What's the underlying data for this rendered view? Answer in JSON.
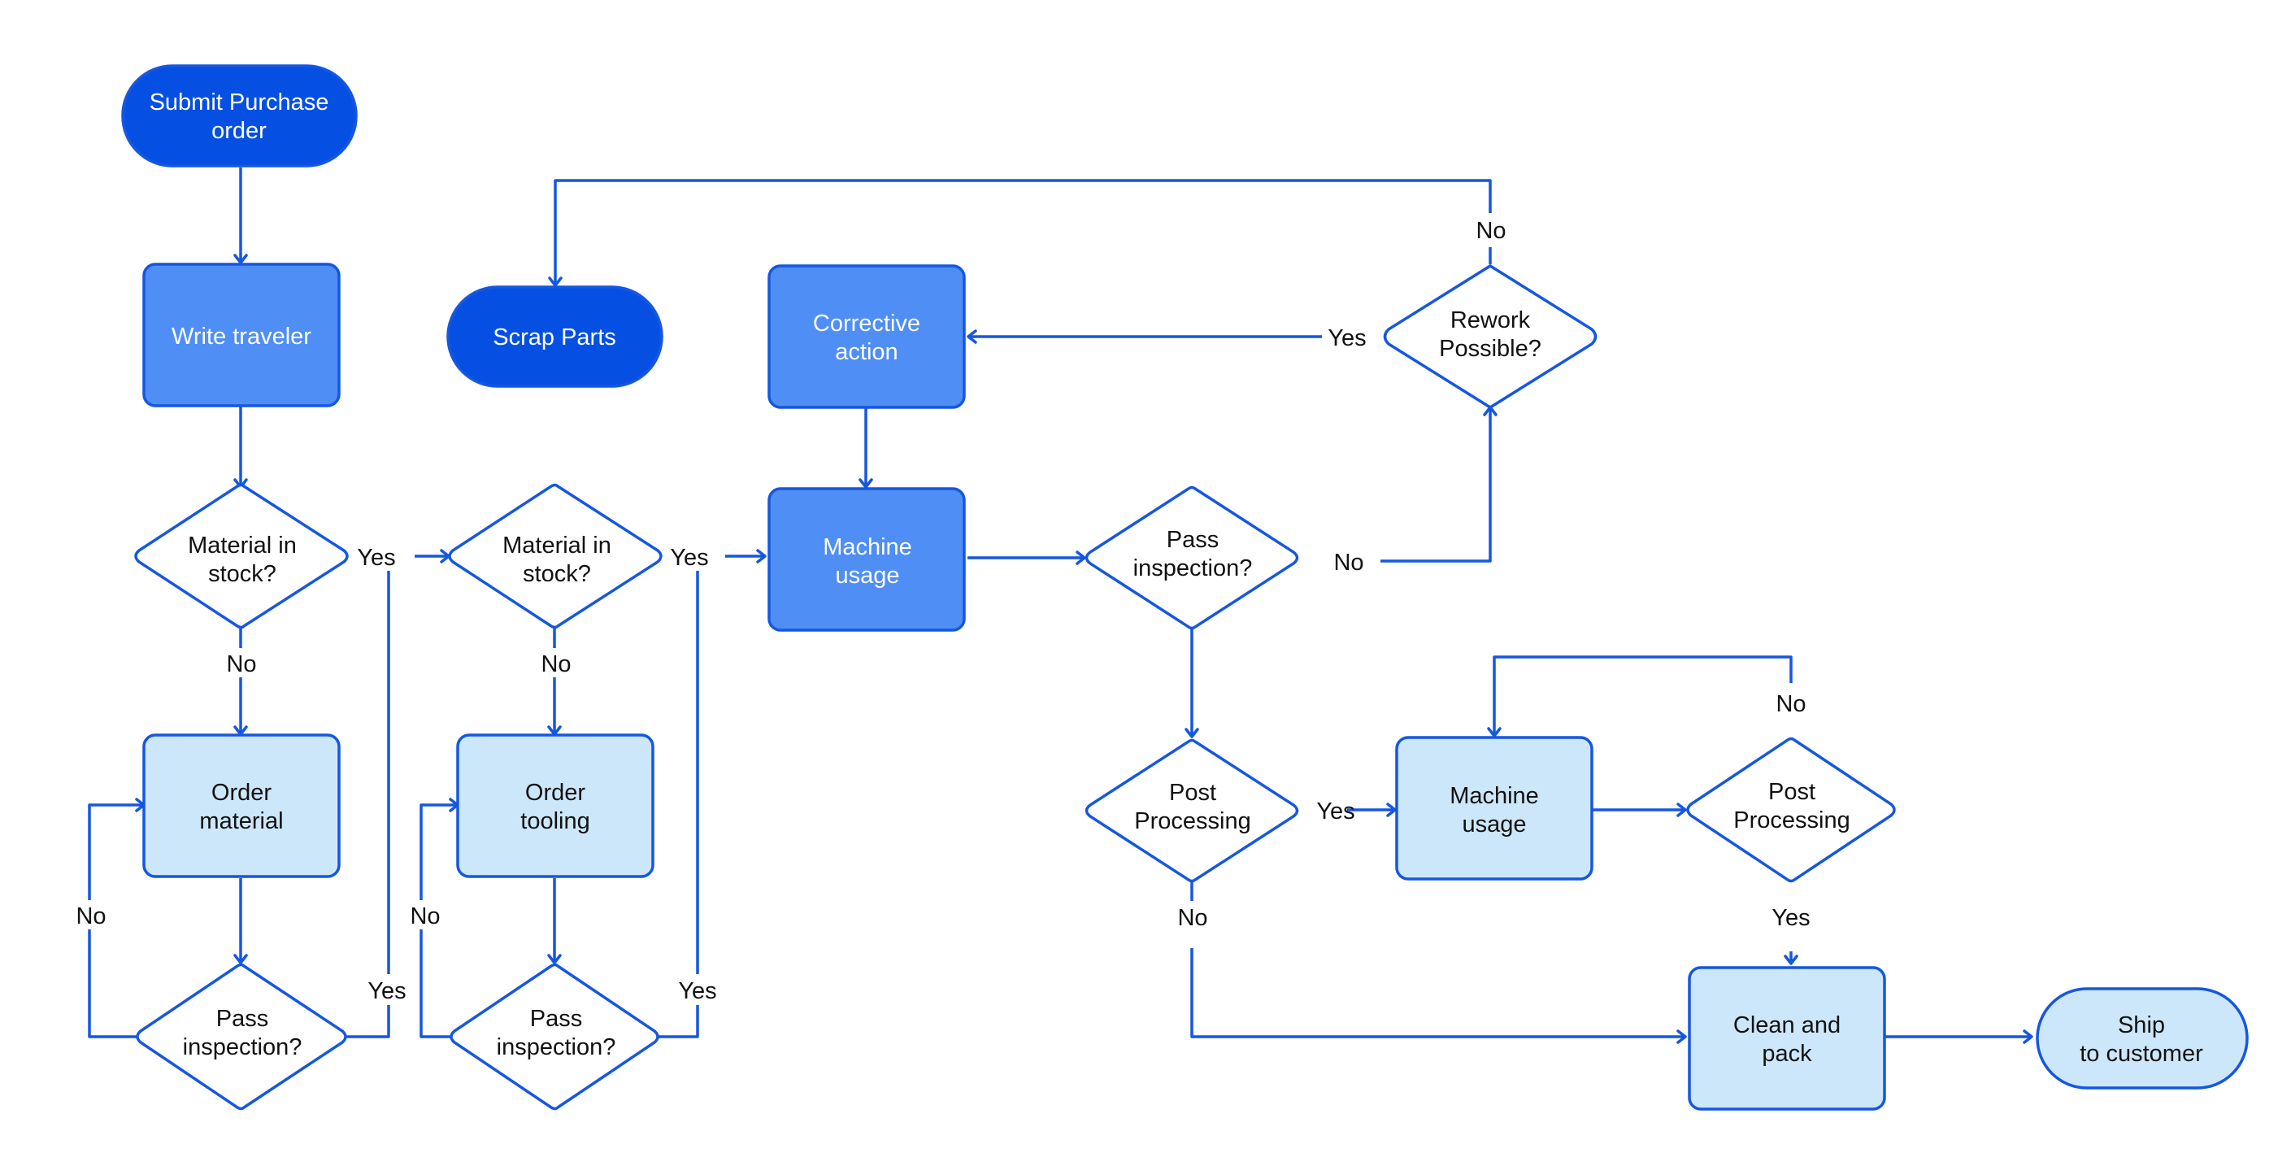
{
  "colors": {
    "line": "#1557E0",
    "terminal_fill": "#0550E3",
    "process_mid_fill": "#4F8EF5",
    "process_light_fill": "#CDE7FA",
    "decision_fill": "#FFFFFF",
    "text_dark": "#111111",
    "text_light": "#FFFFFF"
  },
  "nodes": {
    "submit_po": {
      "line1": "Submit Purchase",
      "line2": "order"
    },
    "write_traveler": {
      "line1": "Write traveler"
    },
    "scrap_parts": {
      "line1": "Scrap Parts"
    },
    "corrective_action": {
      "line1": "Corrective",
      "line2": "action"
    },
    "rework_possible": {
      "line1": "Rework",
      "line2": "Possible?"
    },
    "material_in_stock_1": {
      "line1": "Material in",
      "line2": "stock?"
    },
    "material_in_stock_2": {
      "line1": "Material in",
      "line2": "stock?"
    },
    "machine_usage_1": {
      "line1": "Machine",
      "line2": "usage"
    },
    "pass_inspection_main": {
      "line1": "Pass",
      "line2": "inspection?"
    },
    "order_material": {
      "line1": "Order",
      "line2": "material"
    },
    "order_tooling": {
      "line1": "Order",
      "line2": "tooling"
    },
    "pass_inspection_1": {
      "line1": "Pass",
      "line2": "inspection?"
    },
    "pass_inspection_2": {
      "line1": "Pass",
      "line2": "inspection?"
    },
    "post_processing_1": {
      "line1": "Post",
      "line2": "Processing"
    },
    "machine_usage_2": {
      "line1": "Machine",
      "line2": "usage"
    },
    "post_processing_2": {
      "line1": "Post",
      "line2": "Processing"
    },
    "clean_and_pack": {
      "line1": "Clean and",
      "line2": "pack"
    },
    "ship": {
      "line1": "Ship",
      "line2": "to customer"
    }
  },
  "edge_labels": {
    "rework_no": "No",
    "rework_yes": "Yes",
    "stock1_yes": "Yes",
    "stock2_yes": "Yes",
    "inspect_main_no": "No",
    "stock1_no": "No",
    "stock2_no": "No",
    "post2_no": "No",
    "post1_yes": "Yes",
    "inspect1_no": "No",
    "inspect2_no": "No",
    "inspect1_yes": "Yes",
    "inspect2_yes": "Yes",
    "post1_no": "No",
    "post2_yes": "Yes"
  }
}
